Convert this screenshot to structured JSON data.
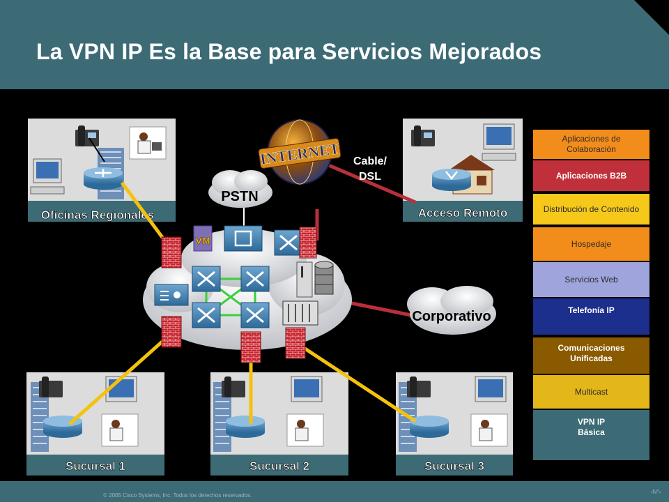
{
  "slide": {
    "title": "La VPN IP Es la Base para Servicios Mejorados",
    "copyright": "© 2005 Cisco Systems, Inc. Todos los derechos reservados.",
    "slide_number": "‹N°›"
  },
  "diagram": {
    "sites": {
      "regional": "Oficinas Regionales",
      "remote": "Acceso Remoto",
      "branch1": "Sucursal 1",
      "branch2": "Sucursal 2",
      "branch3": "Sucursal 3"
    },
    "clouds": {
      "pstn": "PSTN",
      "corporate": "Corporativo"
    },
    "internet_label": "INTERNET",
    "cable_label_1": "Cable/",
    "cable_label_2": "DSL",
    "vm_label": "VM"
  },
  "service_stack": [
    {
      "label": "Aplicaciones de Colaboración",
      "color": "#f28c1a"
    },
    {
      "label": "Aplicaciones B2B",
      "color": "#c0303a"
    },
    {
      "label": "Distribución de Contenido",
      "color": "#f6c81a"
    },
    {
      "label": "Hospedaje",
      "color": "#f28c1a"
    },
    {
      "label": "Servicios Web",
      "color": "#9fa4dc"
    },
    {
      "label": "Telefonía IP",
      "color": "#1c2f8c"
    },
    {
      "label": "Comunicaciones Unificadas",
      "color": "#8a5a00"
    },
    {
      "label": "Multicast",
      "color": "#e3b61a"
    },
    {
      "label": "VPN IP Básica",
      "color": "#3c6b76"
    }
  ]
}
